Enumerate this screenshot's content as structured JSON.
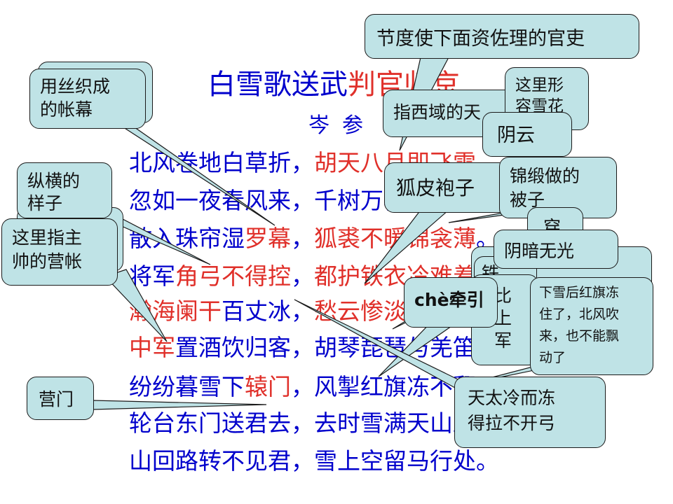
{
  "poem": {
    "title_part1": "白雪歌送武",
    "title_part2": "判官归京",
    "author": "岑参",
    "lines": [
      {
        "a": "北风卷地白草折，",
        "b": "胡天八月即飞雪。"
      },
      {
        "a": "忽如一夜春风来，",
        "b": "千树万树梨花开。"
      },
      {
        "a": "散入珠帘湿",
        "a_red": "罗幕",
        "a2": "，",
        "b_red": "狐裘不暖锦衾薄",
        "b2": "。"
      },
      {
        "a_pre": "将军",
        "a_red": "角弓不得控",
        "a2": "，",
        "b_red": "都护铁衣冷难着",
        "b2": "。"
      },
      {
        "a_red": "瀚海阑干",
        "a2": "百丈冰，",
        "b_red": "愁云惨淡万里凝",
        "b2": "。"
      },
      {
        "a_red": "中军",
        "a2": "置酒饮归客，",
        "b": "胡琴琵琶与羌笛。"
      },
      {
        "a_pre": "纷纷暮雪下",
        "a_red": "辕门",
        "a2": "，",
        "b": "风掣红旗冻不翻。"
      },
      {
        "a": "轮台东门送君去，",
        "b": "去时雪满天山路。"
      },
      {
        "a": "山回路转不见君，",
        "b": "雪上空留马行处。"
      }
    ]
  },
  "callouts": {
    "official": "节度使下面资佐理的官吏",
    "curtain": [
      "用丝织成",
      "的帐幕"
    ],
    "xiyu": "指西域的天",
    "describe": [
      "这里形",
      "容雪花"
    ],
    "yinyun": "阴云",
    "foxfur": "狐皮袍子",
    "brocade": [
      "锦缎做的",
      "被子"
    ],
    "zongheng": [
      "纵横的",
      "样子"
    ],
    "tent": [
      "这里指主",
      "帅的营帐"
    ],
    "kui": "穿",
    "dim": "阴暗无光",
    "che": "chè牵引",
    "flag": [
      "下雪后红旗冻",
      "住了，北风吹",
      "来，也不能飘",
      "动了"
    ],
    "bow": [
      "天太冷而冻",
      "得拉不开弓"
    ],
    "gate": "营门",
    "partial_jun": [
      "比",
      "上",
      "军"
    ],
    "partial_tie": "铁"
  }
}
